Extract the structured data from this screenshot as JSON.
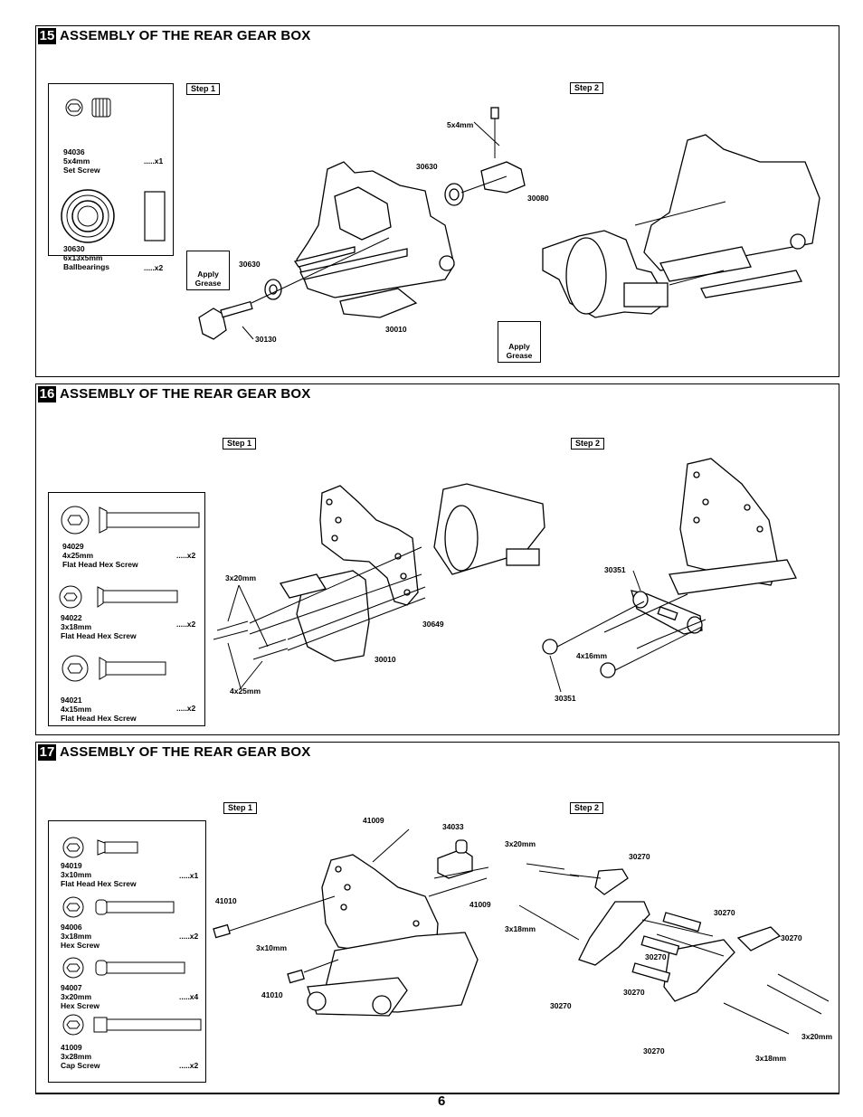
{
  "page_number": "6",
  "sections": [
    {
      "number": "15",
      "title": "ASSEMBLY OF THE REAR GEAR BOX",
      "step1": "Step 1",
      "step2": "Step 2",
      "parts": [
        {
          "code": "94036",
          "size": "5x4mm",
          "name": "Set Screw",
          "qty": ".....x1"
        },
        {
          "code": "30630",
          "size": "6x13x5mm",
          "name": "Ballbearings",
          "qty": ".....x2"
        }
      ],
      "labels": {
        "screw_5x4": "5x4mm",
        "bearing_top": "30630",
        "shaft_top": "30080",
        "bearing_left": "30630",
        "housing": "30010",
        "pinion": "30130"
      },
      "grease_left": {
        "line1": "Apply",
        "line2": "Grease"
      },
      "grease_right": {
        "line1": "Apply",
        "line2": "Grease"
      }
    },
    {
      "number": "16",
      "title": "ASSEMBLY OF THE REAR GEAR BOX",
      "step1": "Step 1",
      "step2": "Step 2",
      "parts": [
        {
          "code": "94029",
          "size": "4x25mm",
          "name": "Flat Head Hex Screw",
          "qty": ".....x2"
        },
        {
          "code": "94022",
          "size": "3x18mm",
          "name": "Flat Head Hex Screw",
          "qty": ".....x2"
        },
        {
          "code": "94021",
          "size": "4x15mm",
          "name": "Flat Head Hex Screw",
          "qty": ".....x2"
        }
      ],
      "labels": {
        "screw_3x20": "3x20mm",
        "screw_4x25": "4x25mm",
        "housing": "30010",
        "plate": "30649",
        "mount_top": "30351",
        "screw_4x16": "4x16mm",
        "mount_bottom": "30351"
      }
    },
    {
      "number": "17",
      "title": "ASSEMBLY OF THE REAR GEAR BOX",
      "step1": "Step 1",
      "step2": "Step 2",
      "parts": [
        {
          "code": "94019",
          "size": "3x10mm",
          "name": "Flat Head Hex Screw",
          "qty": ".....x1"
        },
        {
          "code": "94006",
          "size": "3x18mm",
          "name": "Hex Screw",
          "qty": ".....x2"
        },
        {
          "code": "94007",
          "size": "3x20mm",
          "name": "Hex Screw",
          "qty": ".....x4"
        },
        {
          "code": "41009",
          "size": "3x28mm",
          "name": "Cap Screw",
          "qty": ".....x2"
        }
      ],
      "labels": {
        "cap_top": "41009",
        "post": "34033",
        "ball_left": "41010",
        "cap_right": "41009",
        "screw_3x10": "3x10mm",
        "ball_bottom": "41010",
        "s2_3x20_top": "3x20mm",
        "s2_30270_a": "30270",
        "s2_3x18_left": "3x18mm",
        "s2_30270_b": "30270",
        "s2_30270_c": "30270",
        "s2_30270_d": "30270",
        "s2_30270_e": "30270",
        "s2_30270_f": "30270",
        "s2_30270_g": "30270",
        "s2_3x20_right": "3x20mm",
        "s2_3x18_bottom": "3x18mm"
      }
    }
  ]
}
